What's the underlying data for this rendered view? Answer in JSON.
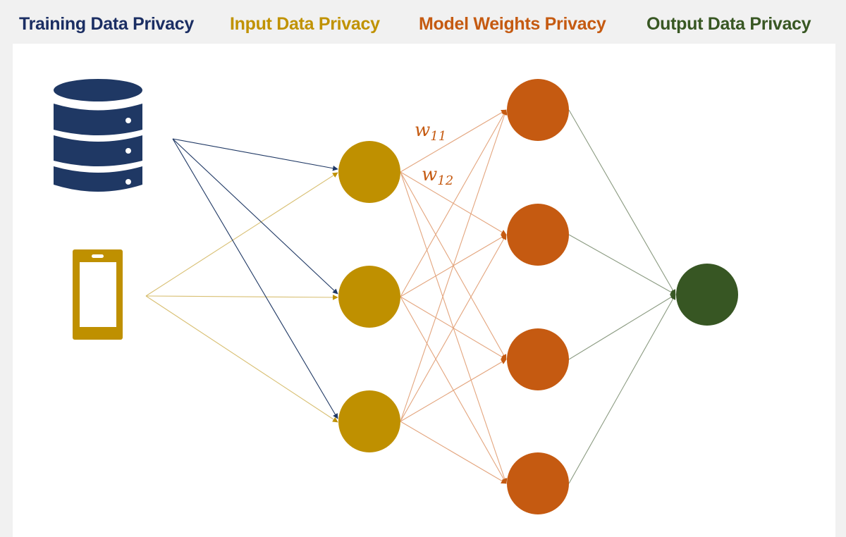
{
  "header": {
    "labels": [
      {
        "text": "Training Data Privacy",
        "color": "#1b2e63"
      },
      {
        "text": "Input Data Privacy",
        "color": "#c09200"
      },
      {
        "text": "Model Weights Privacy",
        "color": "#c55a11"
      },
      {
        "text": "Output Data Privacy",
        "color": "#385723"
      }
    ]
  },
  "colors": {
    "training": "#1f3864",
    "input": "#bf9000",
    "weights": "#c55a11",
    "output": "#375623",
    "weights_line": "#e3a57e",
    "input_line": "#d8bf72",
    "output_line": "#8a9a80"
  },
  "sources": [
    {
      "name": "database",
      "icon": "database-icon",
      "connects_to_layer": "input"
    },
    {
      "name": "mobile-device",
      "icon": "smartphone-icon",
      "connects_to_layer": "input"
    }
  ],
  "network": {
    "layers": [
      {
        "name": "input",
        "node_count": 3
      },
      {
        "name": "hidden",
        "node_count": 4
      },
      {
        "name": "output",
        "node_count": 1
      }
    ],
    "weight_labels": [
      {
        "base": "w",
        "sub": "11"
      },
      {
        "base": "w",
        "sub": "12"
      }
    ]
  }
}
